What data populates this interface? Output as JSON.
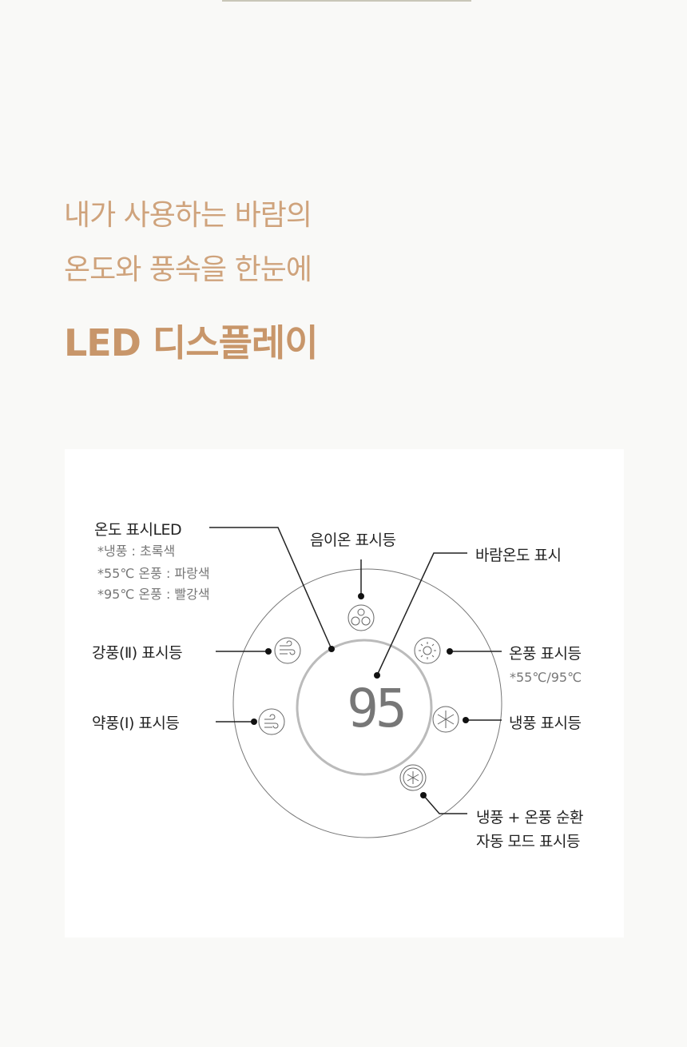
{
  "heading": {
    "line1": "내가 사용하는 바람의",
    "line2": "온도와 풍속을 한눈에",
    "line3": "LED 디스플레이"
  },
  "display": {
    "value": "95"
  },
  "labels": {
    "temp_led": "온도 표시LED",
    "temp_led_notes": [
      "*냉풍 : 초록색",
      "*55℃ 온풍 : 파랑색",
      "*95℃ 온풍 : 빨강색"
    ],
    "ion": "음이온 표시등",
    "wind_temp": "바람온도 표시",
    "strong": "강풍(Ⅱ) 표시등",
    "weak": "약풍(Ⅰ) 표시등",
    "warm": "온풍 표시등",
    "warm_note": "*55℃/95℃",
    "cool": "냉풍 표시등",
    "auto_line1": "냉풍 + 온풍 순환",
    "auto_line2": "자동 모드 표시등"
  }
}
